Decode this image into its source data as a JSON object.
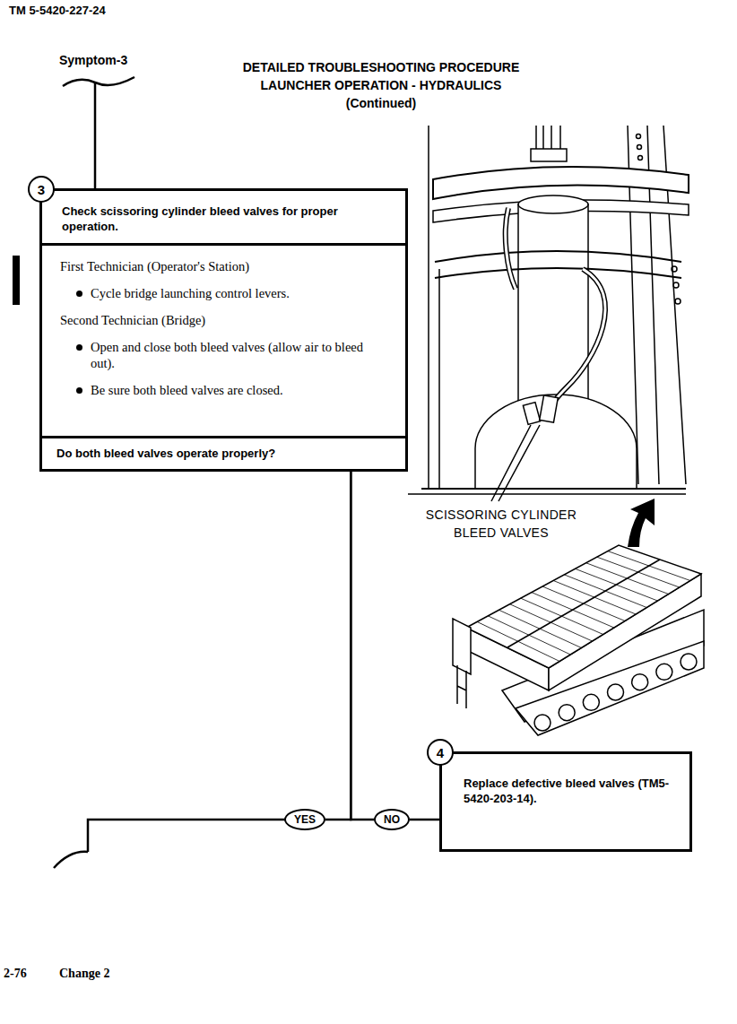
{
  "diagram": {
    "title": "DETAILED TROUBLESHOOTING PROCEDURE LAUNCHER OPERATION - HYDRAULICS (Continued)",
    "nodes": [
      {
        "text": [
          "Check scissoring cylinder bleed valves for proper operation.",
          "First Technician (Operator's Station)",
          "Cycle bridge launching control levers.",
          "Second Technician (Bridge)",
          "Open and close both bleed valves (allow air to bleed out).",
          "Be sure both bleed valves are closed."
        ]
      },
      {
        "text": [
          "3"
        ],
        "in": 0
      },
      {
        "text": [
          "Do both bleed valves operate properly?"
        ],
        "in": 0
      },
      {
        "text": [
          "YES"
        ]
      },
      {
        "text": [
          "NO"
        ]
      },
      {
        "text": [
          "Replace defective bleed valves (TM5-5420-203-14)."
        ]
      },
      {
        "text": [
          "4"
        ],
        "in": 5
      }
    ],
    "edges": [
      {
        "from": 2,
        "to": 3,
        "arrow": "none"
      },
      {
        "from": 2,
        "to": 4,
        "arrow": "none"
      },
      {
        "from": 4,
        "to": 5,
        "arrow": "none"
      }
    ],
    "labels": [
      "TM 5-5420-227-24",
      "Symptom-3",
      "SCISSORING CYLINDER BLEED VALVES",
      "2-76",
      "Change 2"
    ]
  }
}
